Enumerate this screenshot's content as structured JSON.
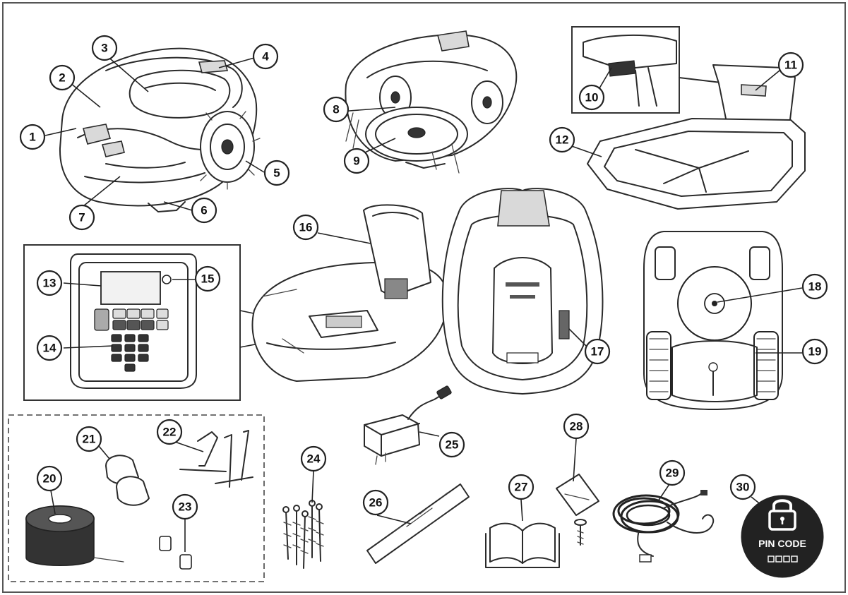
{
  "callouts": [
    {
      "n": "1"
    },
    {
      "n": "2"
    },
    {
      "n": "3"
    },
    {
      "n": "4"
    },
    {
      "n": "5"
    },
    {
      "n": "6"
    },
    {
      "n": "7"
    },
    {
      "n": "8"
    },
    {
      "n": "9"
    },
    {
      "n": "10"
    },
    {
      "n": "11"
    },
    {
      "n": "12"
    },
    {
      "n": "13"
    },
    {
      "n": "14"
    },
    {
      "n": "15"
    },
    {
      "n": "16"
    },
    {
      "n": "17"
    },
    {
      "n": "18"
    },
    {
      "n": "19"
    },
    {
      "n": "20"
    },
    {
      "n": "21"
    },
    {
      "n": "22"
    },
    {
      "n": "23"
    },
    {
      "n": "24"
    },
    {
      "n": "25"
    },
    {
      "n": "26"
    },
    {
      "n": "27"
    },
    {
      "n": "28"
    },
    {
      "n": "29"
    },
    {
      "n": "30"
    }
  ],
  "pin_sticker": {
    "title": "PIN CODE"
  },
  "colors": {
    "line": "#2a2a2a",
    "background": "#ffffff",
    "sticker": "#222222"
  }
}
